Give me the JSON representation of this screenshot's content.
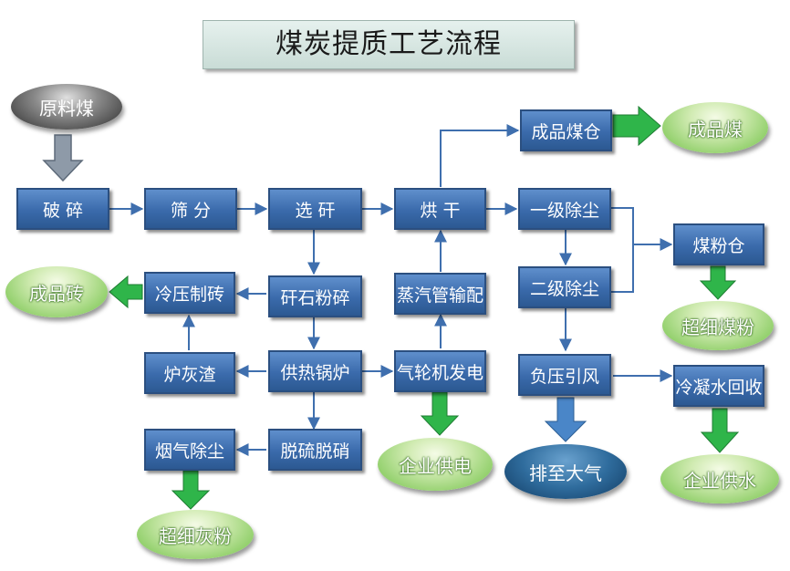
{
  "title": "煤炭提质工艺流程",
  "colors": {
    "box": "#3a6aab",
    "connector": "#3f6fae",
    "green_arrow": "#2fb54a",
    "blue_arrow": "#4a86c8",
    "gray_arrow": "#8e9aa8",
    "oval_green": "#6fc145"
  },
  "nodes": {
    "raw_coal": "原料煤",
    "crush": "破 碎",
    "screen": "筛 分",
    "gangue_sort": "选 矸",
    "dry": "烘 干",
    "product_silo": "成品煤仓",
    "product_coal": "成品煤",
    "dust1": "一级除尘",
    "dust2": "二级除尘",
    "powder_silo": "煤粉仓",
    "ultrafine_coal": "超细煤粉",
    "gangue_crush": "矸石粉碎",
    "cold_brick": "冷压制砖",
    "product_brick": "成品砖",
    "steam_pipe": "蒸汽管输配",
    "boiler": "供热锅炉",
    "ash": "炉灰渣",
    "turbine": "气轮机发电",
    "power_supply": "企业供电",
    "fan": "负压引风",
    "exhaust": "排至大气",
    "condensate": "冷凝水回收",
    "water_supply": "企业供水",
    "desulf": "脱硫脱硝",
    "flue_dust": "烟气除尘",
    "ultrafine_ash": "超细灰粉"
  }
}
